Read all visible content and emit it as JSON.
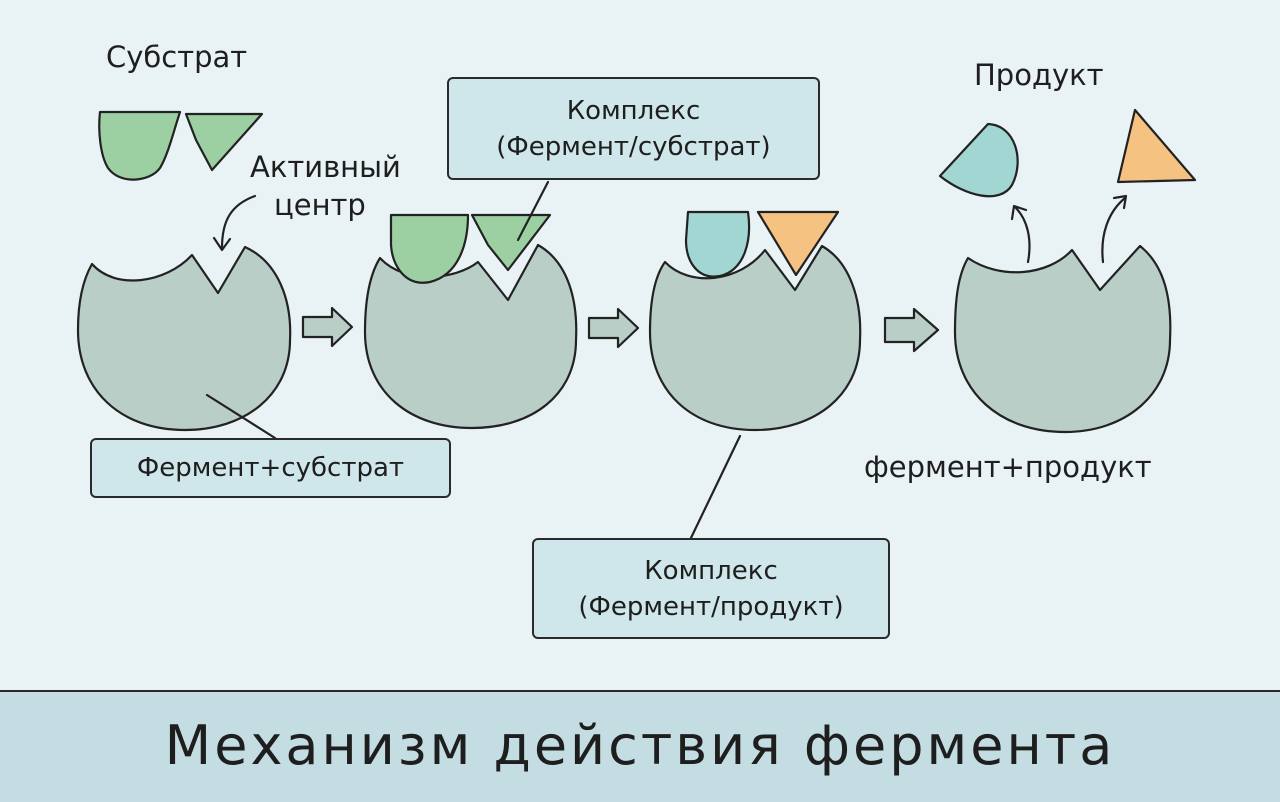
{
  "labels": {
    "substrate": "Субстрат",
    "active_site_line1": "Активный",
    "active_site_line2": "центр",
    "product": "Продукт",
    "enzyme_substrate": "Фермент+субстрат",
    "enzyme_product": "фермент+продукт"
  },
  "boxes": {
    "complex_es_line1": "Комплекс",
    "complex_es_line2": "(Фермент/субстрат)",
    "complex_ep_line1": "Комплекс",
    "complex_ep_line2": "(Фермент/продукт)"
  },
  "footer": {
    "title": "Механизм действия фермента"
  },
  "colors": {
    "background": "#e9f2f4",
    "enzyme": "#b9cec7",
    "substrate": "#9ccfa1",
    "product_teal": "#a2d6d3",
    "product_orange": "#f5c282",
    "box_fill": "#cfe6ea",
    "footer_band": "#c4dde2"
  }
}
